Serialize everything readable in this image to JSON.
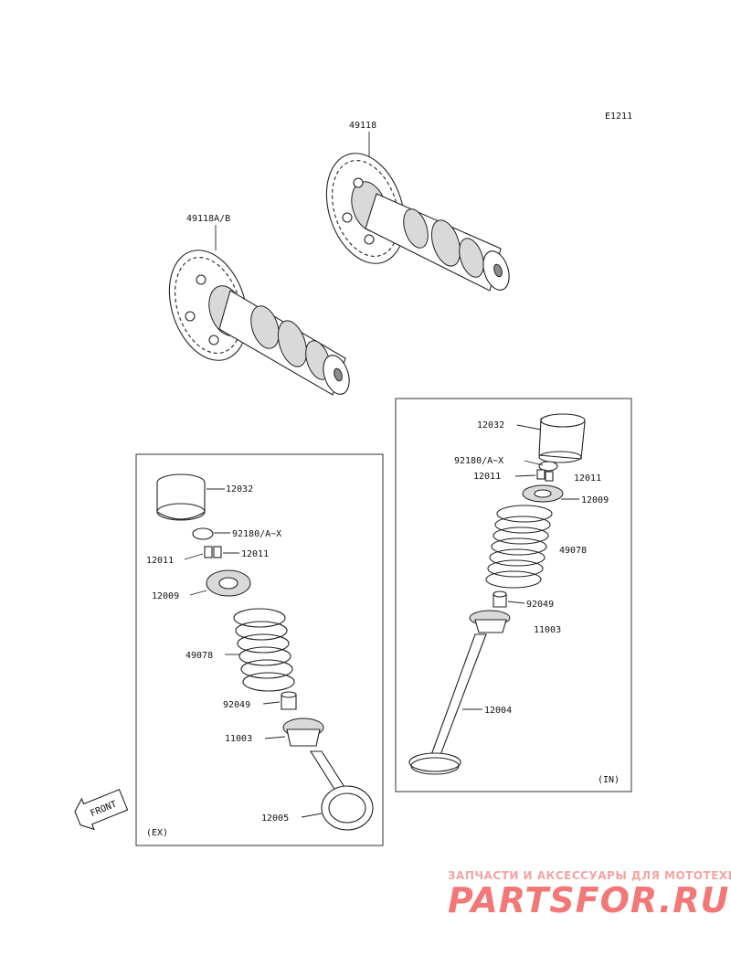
{
  "diagram": {
    "code": "E1211",
    "labels": {
      "camshaft_ex": "49118",
      "camshaft_in": "49118A/B",
      "in_tappet": "12032",
      "in_shim": "92180/A~X",
      "in_cotter_left": "12011",
      "in_cotter_right": "12011",
      "in_retainer": "12009",
      "in_spring": "49078",
      "in_seat": "92049",
      "in_guide": "11003",
      "in_valve": "12004",
      "in_box_tag": "(IN)",
      "ex_tappet": "12032",
      "ex_shim": "92180/A~X",
      "ex_cotter_left": "12011",
      "ex_cotter_right": "12011",
      "ex_retainer": "12009",
      "ex_spring": "49078",
      "ex_seat": "92049",
      "ex_guide": "11003",
      "ex_valve": "12005",
      "ex_box_tag": "(EX)",
      "front_arrow": "FRONT"
    }
  },
  "watermark": {
    "line1": "ЗАПЧАСТИ И АКСЕССУАРЫ ДЛЯ МОТОТЕХНИКИ",
    "line2": "PARTSFOR.RU",
    "color": "#f27878"
  }
}
